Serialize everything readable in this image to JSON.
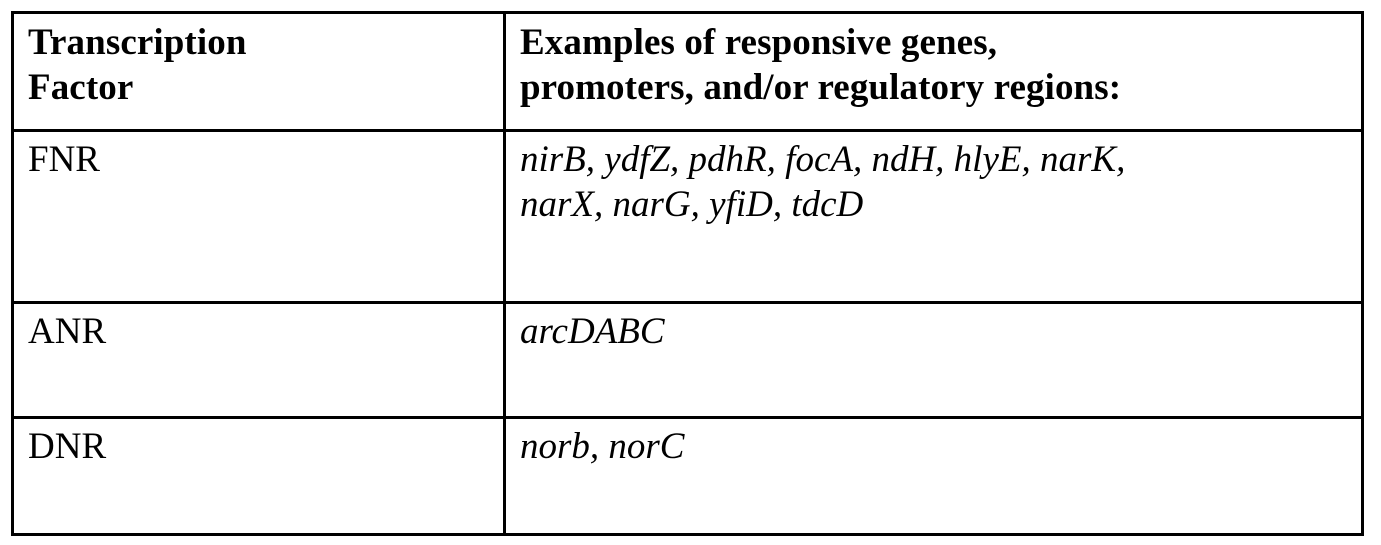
{
  "table": {
    "columns": [
      {
        "header_lines": [
          "Transcription",
          "Factor"
        ]
      },
      {
        "header_lines": [
          "Examples of responsive genes,",
          "promoters, and/or regulatory regions:"
        ]
      }
    ],
    "rows": [
      {
        "factor": "FNR",
        "genes_lines": [
          "nirB, ydfZ, pdhR, focA, ndH, hlyE, narK,",
          "narX, narG, yfiD, tdcD"
        ],
        "genes_text": "nirB, ydfZ, pdhR, focA, ndH, hlyE, narK, narX, narG, yfiD, tdcD"
      },
      {
        "factor": "ANR",
        "genes_lines": [
          "arcDABC"
        ],
        "genes_text": "arcDABC"
      },
      {
        "factor": "DNR",
        "genes_lines": [
          "norb, norC"
        ],
        "genes_text": "norb, norC"
      }
    ]
  },
  "style": {
    "border_color": "#000000",
    "text_color": "#000000",
    "background": "#ffffff"
  }
}
